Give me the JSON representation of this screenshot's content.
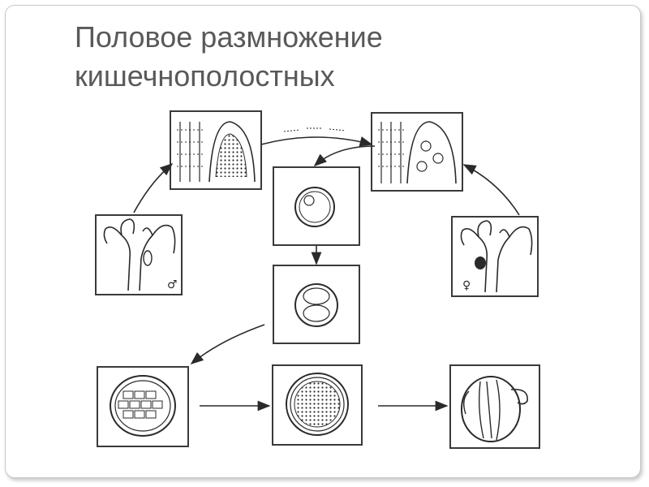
{
  "slide": {
    "title_lines": [
      "Половое размножение",
      "кишечнополостных"
    ]
  },
  "diagram": {
    "panels": [
      "male-polyp",
      "sperm-release-medusa",
      "egg-medusa",
      "fertilized-egg",
      "two-cell-stage",
      "blastula",
      "gastrula",
      "planula-larva",
      "female-polyp"
    ],
    "male_symbol": "♂",
    "female_symbol": "♀",
    "colors": {
      "line": "#2a2a2a",
      "border": "#3a3a3a",
      "title": "#595959"
    }
  }
}
